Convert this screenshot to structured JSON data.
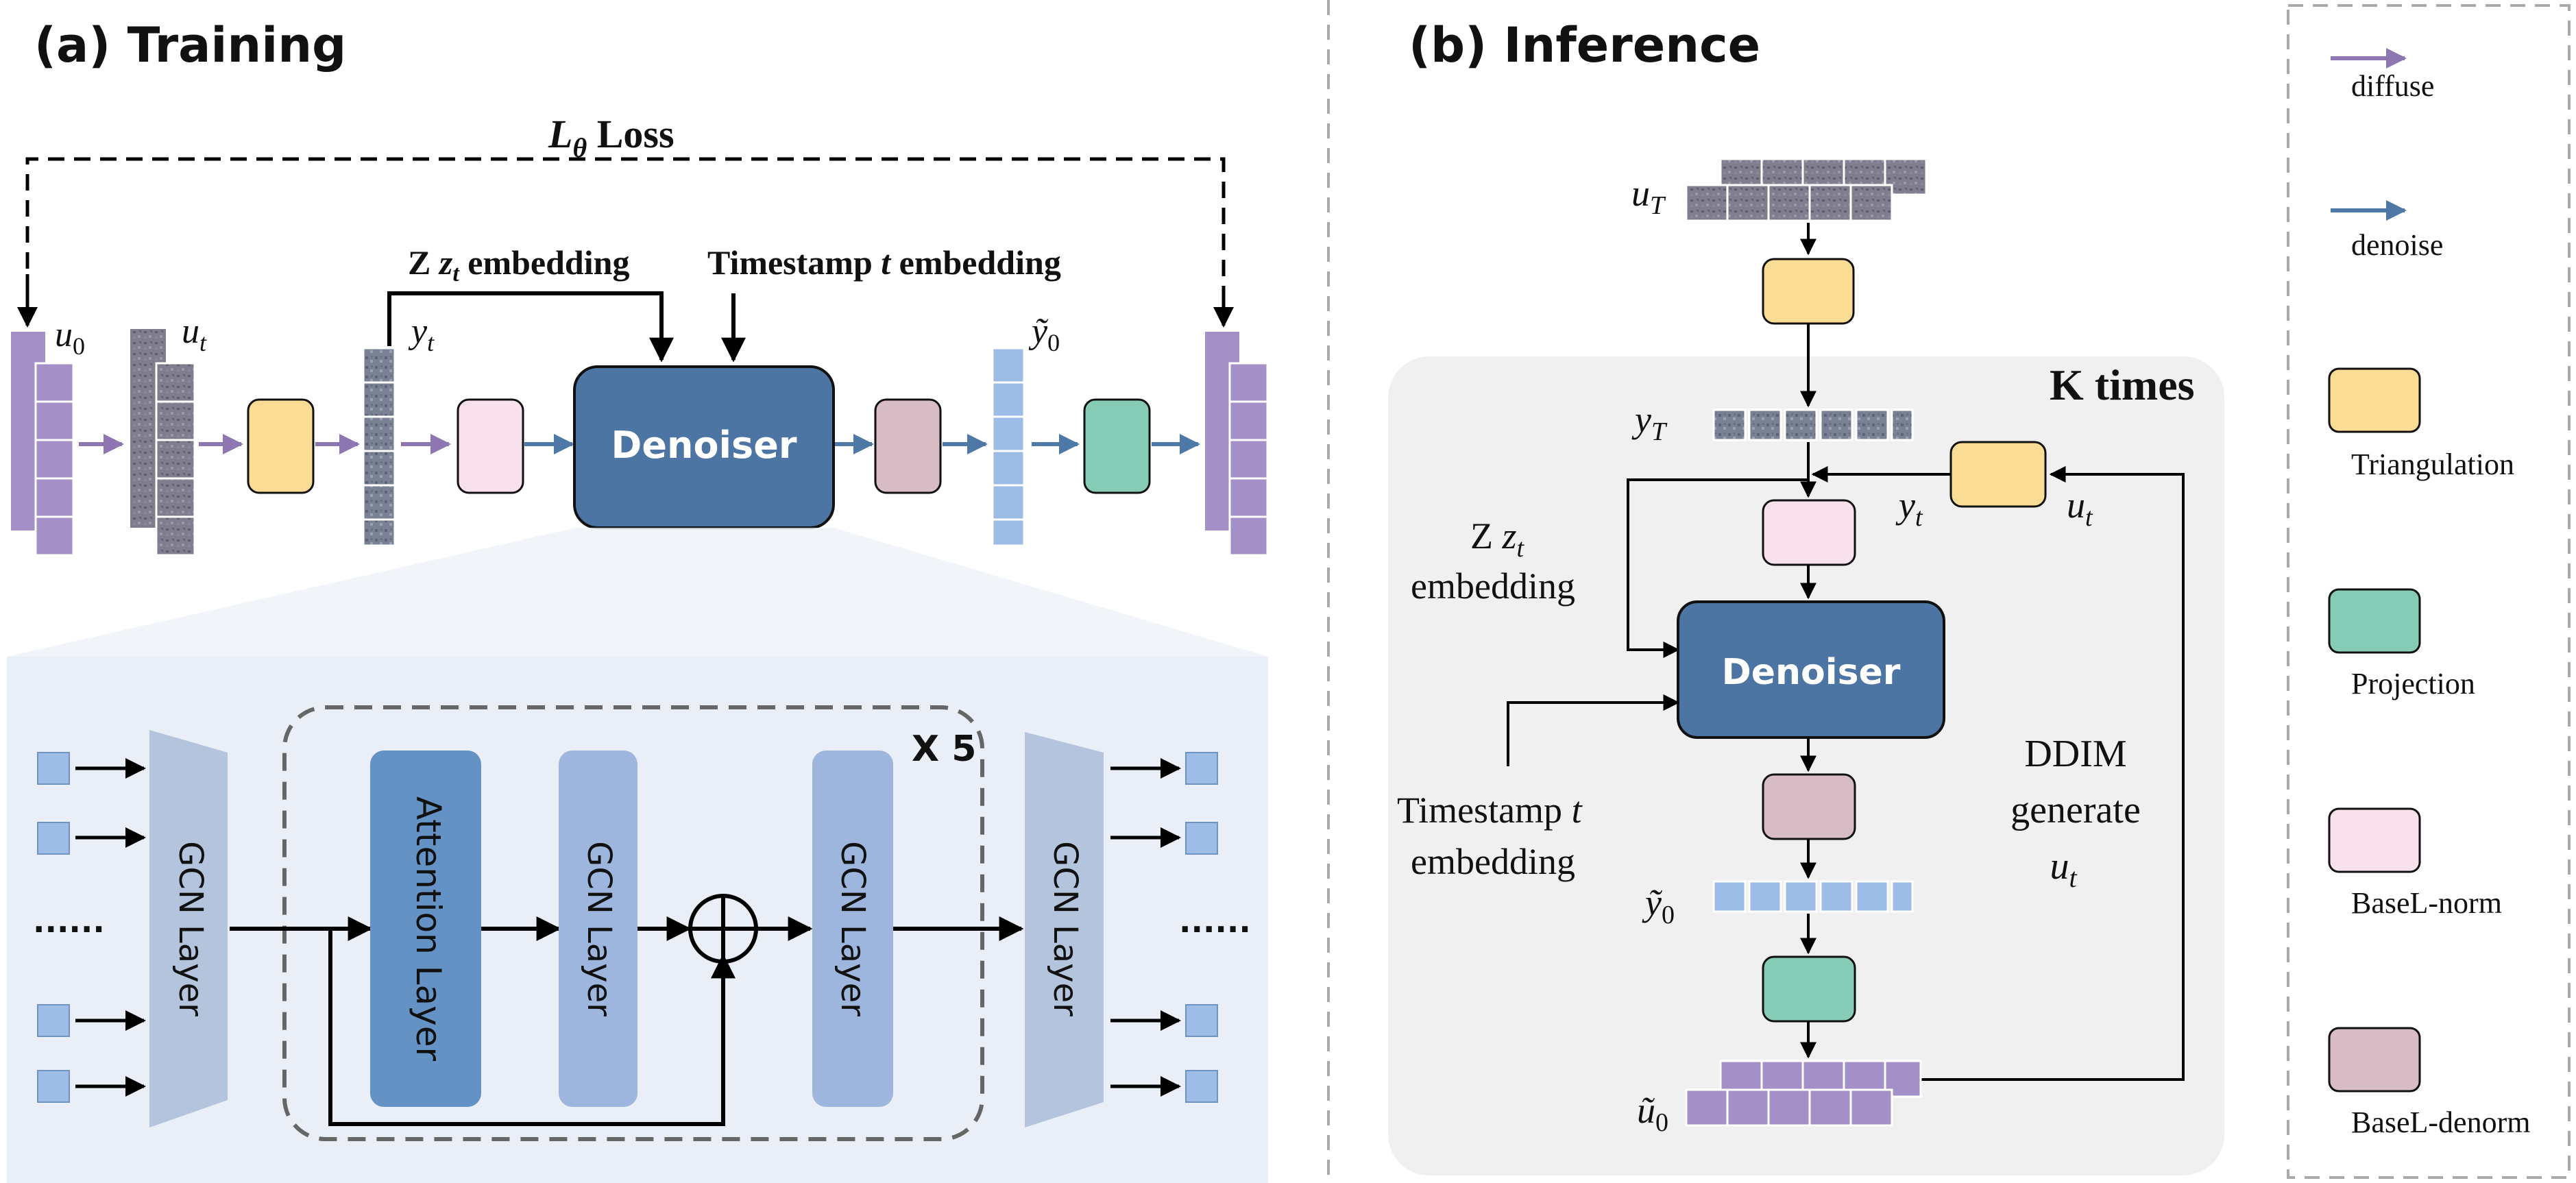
{
  "training": {
    "title": "(a) Training",
    "loss": {
      "symbol": "L",
      "sub": "θ",
      "text": " Loss"
    },
    "u0": {
      "sym": "u",
      "sub": "0"
    },
    "ut": {
      "sym": "u",
      "sub": "t"
    },
    "yt": {
      "sym": "y",
      "sub": "t"
    },
    "y0": {
      "sym": "ỹ",
      "sub": "0"
    },
    "z_embed": {
      "pre": "Z ",
      "sym": "z",
      "sub": "t",
      "post": " embedding"
    },
    "t_embed": {
      "pre": "Timestamp ",
      "sym": "t",
      "post": " embedding"
    },
    "denoiser": "Denoiser"
  },
  "detail": {
    "gcn_in": "GCN Layer",
    "attention": "Attention Layer",
    "gcn_mid": "GCN Layer",
    "gcn_mid2": "GCN Layer",
    "gcn_out": "GCN Layer",
    "repeat": "X 5",
    "dots_left": "......",
    "dots_right": "......"
  },
  "inference": {
    "title": "(b) Inference",
    "uT": {
      "sym": "u",
      "sub": "T"
    },
    "yT": {
      "sym": "y",
      "sub": "T"
    },
    "yt": {
      "sym": "y",
      "sub": "t"
    },
    "ut": {
      "sym": "u",
      "sub": "t"
    },
    "y0": {
      "sym": "ỹ",
      "sub": "0"
    },
    "u0": {
      "sym": "ũ",
      "sub": "0"
    },
    "k_times": "K times",
    "z_embed": {
      "pre": "Z ",
      "sym": "z",
      "sub": "t",
      "line2": "embedding"
    },
    "t_embed": {
      "pre": "Timestamp ",
      "sym": "t",
      "line2": "embedding"
    },
    "denoiser": "Denoiser",
    "ddim": {
      "line1": "DDIM",
      "line2": "generate",
      "sym": "u",
      "sub": "t"
    }
  },
  "legend": {
    "items": [
      {
        "label": "diffuse",
        "kind": "arrow",
        "color": "#8e76b3"
      },
      {
        "label": "denoise",
        "kind": "arrow",
        "color": "#4e79a7"
      },
      {
        "label": "Triangulation",
        "kind": "box",
        "color": "#fbdc94"
      },
      {
        "label": "Projection",
        "kind": "box",
        "color": "#86cbb5"
      },
      {
        "label": "BaseL-norm",
        "kind": "box",
        "color": "#f8e1ec"
      },
      {
        "label": "BaseL-denorm",
        "kind": "box",
        "color": "#d7bcc6"
      }
    ]
  },
  "colors": {
    "triangulation": "#fbdc94",
    "projection": "#86cbb5",
    "basel_norm": "#f8e1ec",
    "basel_denorm": "#d7bcc6",
    "denoiser": "#4d75a3",
    "diffuse_arrow": "#8e76b3",
    "denoise_arrow": "#4e79a7"
  }
}
